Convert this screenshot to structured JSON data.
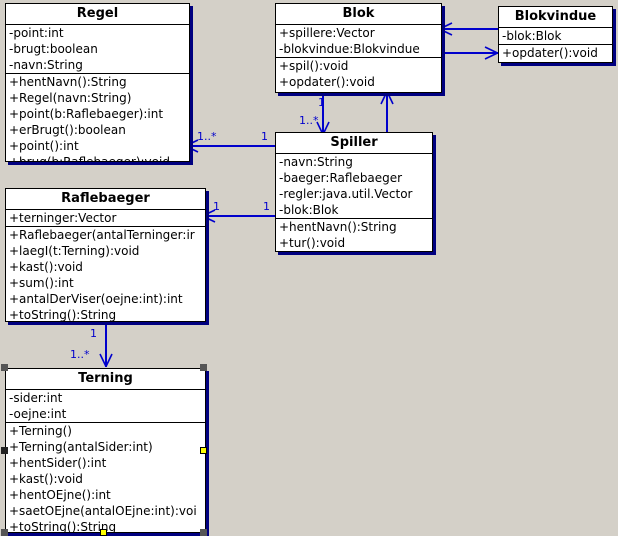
{
  "diagram": {
    "kind": "uml-class-diagram",
    "background_color": "#d4d0c8",
    "box_fill_color": "#ffffff",
    "box_border_color": "#000000",
    "box_shadow_color": "#000080",
    "connector_color": "#0000cc",
    "selected_class": "Terning"
  },
  "classes": [
    {
      "id": "regel",
      "name": "Regel",
      "attributes": [
        "-point:int",
        "-brugt:boolean",
        "-navn:String"
      ],
      "operations": [
        "+hentNavn():String",
        "+Regel(navn:String)",
        "+point(b:Raflebaeger):int",
        "+erBrugt():boolean",
        "+point():int",
        "+brug(b:Raflebaeger):void"
      ]
    },
    {
      "id": "blok",
      "name": "Blok",
      "attributes": [
        "+spillere:Vector",
        "-blokvindue:Blokvindue"
      ],
      "operations": [
        "+spil():void",
        "+opdater():void"
      ]
    },
    {
      "id": "blokvindue",
      "name": "Blokvindue",
      "attributes": [
        "-blok:Blok"
      ],
      "operations": [
        "+opdater():void"
      ]
    },
    {
      "id": "spiller",
      "name": "Spiller",
      "attributes": [
        "-navn:String",
        "-baeger:Raflebaeger",
        "-regler:java.util.Vector",
        "-blok:Blok"
      ],
      "operations": [
        "+hentNavn():String",
        "+tur():void"
      ]
    },
    {
      "id": "raflebaeger",
      "name": "Raflebaeger",
      "attributes": [
        "+terninger:Vector"
      ],
      "operations": [
        "+Raflebaeger(antalTerninger:ir",
        "+laegI(t:Terning):void",
        "+kast():void",
        "+sum():int",
        "+antalDerViser(oejne:int):int",
        "+toString():String"
      ]
    },
    {
      "id": "terning",
      "name": "Terning",
      "attributes": [
        "-sider:int",
        "-oejne:int"
      ],
      "operations": [
        "+Terning()",
        "+Terning(antalSider:int)",
        "+hentSider():int",
        "+kast():void",
        "+hentOEjne():int",
        "+saetOEjne(antalOEjne:int):voi",
        "+toString():String"
      ]
    }
  ],
  "associations": [
    {
      "id": "spiller-regel",
      "from": "spiller",
      "to": "regel",
      "source_multiplicity": "1",
      "target_multiplicity": "1..*"
    },
    {
      "id": "spiller-raflebaeger",
      "from": "spiller",
      "to": "raflebaeger",
      "source_multiplicity": "1",
      "target_multiplicity": "1"
    },
    {
      "id": "blok-spiller",
      "from": "blok",
      "to": "spiller",
      "source_multiplicity": "1",
      "target_multiplicity": "1..*"
    },
    {
      "id": "spiller-blok",
      "from": "spiller",
      "to": "blok",
      "source_multiplicity": "",
      "target_multiplicity": ""
    },
    {
      "id": "blokvindue-blok",
      "from": "blokvindue",
      "to": "blok",
      "source_multiplicity": "",
      "target_multiplicity": ""
    },
    {
      "id": "blok-blokvindue",
      "from": "blok",
      "to": "blokvindue",
      "source_multiplicity": "",
      "target_multiplicity": ""
    },
    {
      "id": "raflebaeger-terning",
      "from": "raflebaeger",
      "to": "terning",
      "source_multiplicity": "1",
      "target_multiplicity": "1..*"
    }
  ]
}
